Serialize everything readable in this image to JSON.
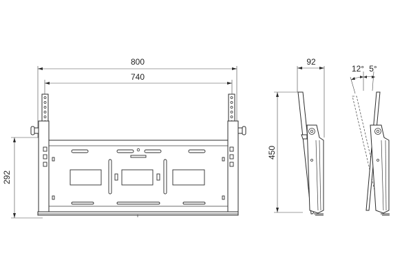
{
  "dimensions": {
    "overall_width": "800",
    "hole_span": "740",
    "height_292": "292",
    "depth": "92",
    "height_450": "450",
    "tilt_forward": "12°",
    "tilt_back": "5°"
  }
}
